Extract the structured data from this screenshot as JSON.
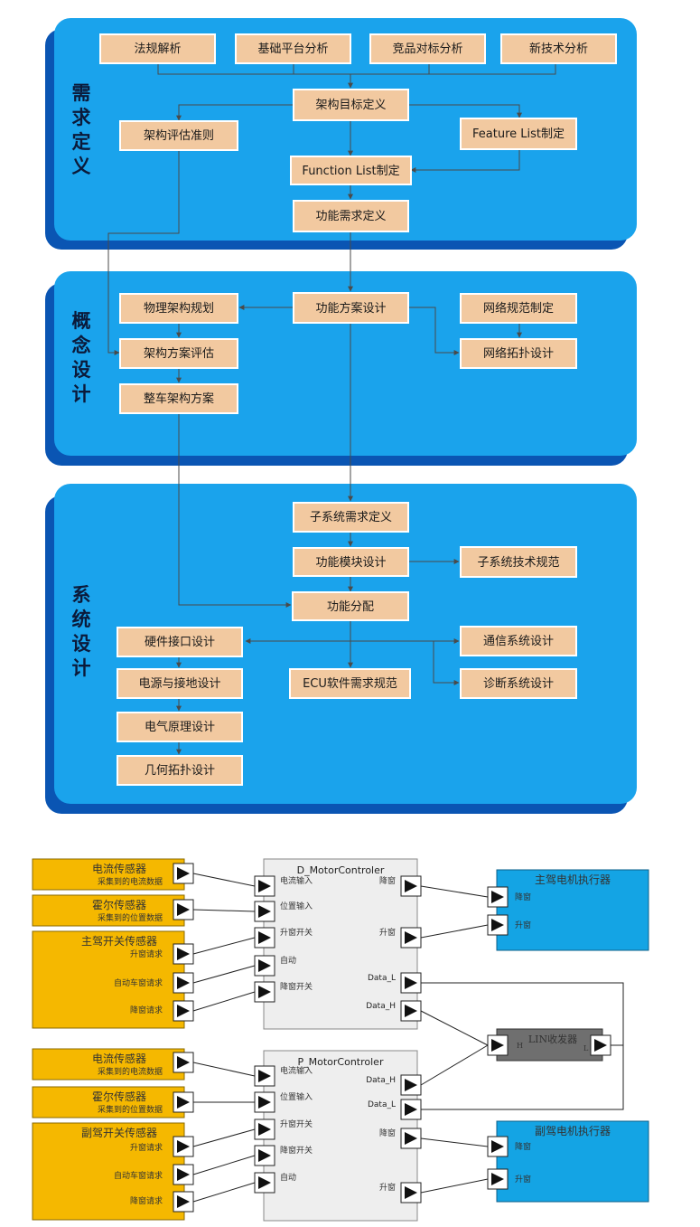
{
  "flowchart": {
    "sections": [
      {
        "id": "req",
        "label": "需求定义"
      },
      {
        "id": "concept",
        "label": "概念设计"
      },
      {
        "id": "system",
        "label": "系统设计"
      }
    ],
    "boxes": {
      "fagui": "法规解析",
      "jichu": "基础平台分析",
      "jingpin": "竞品对标分析",
      "xinjishu": "新技术分析",
      "mubiao": "架构目标定义",
      "pinggu_zhunze": "架构评估准则",
      "feature": "Feature List制定",
      "function": "Function List制定",
      "gongneng_xuqiu": "功能需求定义",
      "wuli": "物理架构规划",
      "fangan_sheji": "功能方案设计",
      "wangluo_guifan": "网络规范制定",
      "fangan_pinggu": "架构方案评估",
      "wangluo_tuopu": "网络拓扑设计",
      "zhengche": "整车架构方案",
      "zixitong_xuqiu": "子系统需求定义",
      "mokuai": "功能模块设计",
      "zixitong_jishu": "子系统技术规范",
      "fenpei": "功能分配",
      "yingjian": "硬件接口设计",
      "tongxin": "通信系统设计",
      "dianyuan": "电源与接地设计",
      "ecu": "ECU软件需求规范",
      "zhenduan": "诊断系统设计",
      "dianqi": "电气原理设计",
      "jihe": "几何拓扑设计"
    }
  },
  "simulink": {
    "sensors": [
      {
        "id": "s1",
        "title": "电流传感器",
        "ports": [
          "采集到的电流数据"
        ]
      },
      {
        "id": "s2",
        "title": "霍尔传感器",
        "ports": [
          "采集到的位置数据"
        ]
      },
      {
        "id": "s3",
        "title": "主驾开关传感器",
        "ports": [
          "升窗请求",
          "自动车窗请求",
          "降窗请求"
        ]
      },
      {
        "id": "s4",
        "title": "电流传感器",
        "ports": [
          "采集到的电流数据"
        ]
      },
      {
        "id": "s5",
        "title": "霍尔传感器",
        "ports": [
          "采集到的位置数据"
        ]
      },
      {
        "id": "s6",
        "title": "副驾开关传感器",
        "ports": [
          "升窗请求",
          "自动车窗请求",
          "降窗请求"
        ]
      }
    ],
    "controllers": [
      {
        "id": "d",
        "title": "D_MotorControler",
        "inputs": [
          "电流输入",
          "位置输入",
          "升窗开关",
          "自动",
          "降窗开关"
        ],
        "outputs": [
          "降窗",
          "升窗",
          "Data_L",
          "Data_H"
        ]
      },
      {
        "id": "p",
        "title": "P_MotorControler",
        "inputs": [
          "电流输入",
          "位置输入",
          "升窗开关",
          "降窗开关",
          "自动"
        ],
        "outputs": [
          "Data_H",
          "Data_L",
          "降窗",
          "升窗"
        ]
      }
    ],
    "actuators": [
      {
        "id": "a1",
        "title": "主驾电机执行器",
        "inputs": [
          "降窗",
          "升窗"
        ]
      },
      {
        "id": "a2",
        "title": "副驾电机执行器",
        "inputs": [
          "降窗",
          "升窗"
        ]
      }
    ],
    "lin": {
      "title": "LIN收发器",
      "left_port": "H",
      "right_port": "L"
    },
    "colors": {
      "sensor": "#f5b800",
      "actuator": "#14a4e4",
      "controller": "#eeeeee",
      "lin": "#6f6f6f"
    }
  },
  "colors": {
    "panel": "#1aa3ec",
    "panel_shadow": "#0a55b3",
    "box_fill": "#f2c9a0"
  }
}
